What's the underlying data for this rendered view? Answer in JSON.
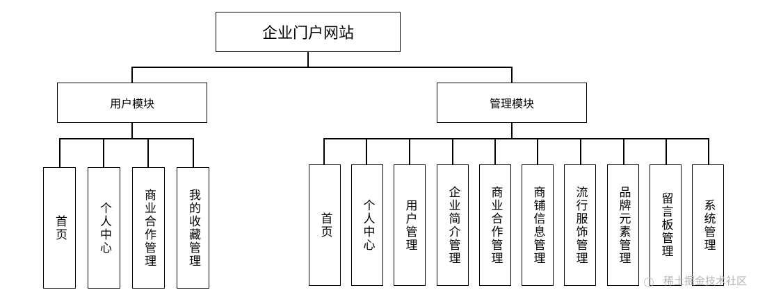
{
  "root": {
    "label": "企业门户网站"
  },
  "modules": [
    {
      "label": "用户模块",
      "children": [
        "首页",
        "个人中心",
        "商业合作管理",
        "我的收藏管理"
      ]
    },
    {
      "label": "管理模块",
      "children": [
        "首页",
        "个人中心",
        "用户管理",
        "企业简介管理",
        "商业合作管理",
        "商铺信息管理",
        "流行服饰管理",
        "品牌元素管理",
        "留言板管理",
        "系统管理"
      ]
    }
  ],
  "watermark": {
    "text": "稀土掘金技术社区",
    "icon": "juejin-logo-icon"
  }
}
